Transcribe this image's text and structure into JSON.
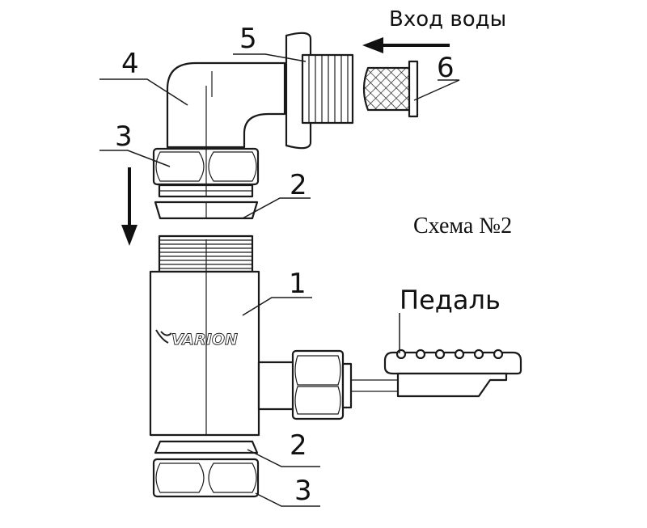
{
  "labels": {
    "water_inlet": "Вход воды",
    "scheme_title": "Схема №2",
    "pedal": "Педаль",
    "brand": "VARION",
    "num_1": "1",
    "num_2_top": "2",
    "num_2_bottom": "2",
    "num_3_top": "3",
    "num_3_bottom": "3",
    "num_4": "4",
    "num_5": "5",
    "num_6": "6"
  },
  "icons": {
    "inlet_arrow": "arrow-left-icon",
    "assembly_arrow": "arrow-down-icon"
  }
}
